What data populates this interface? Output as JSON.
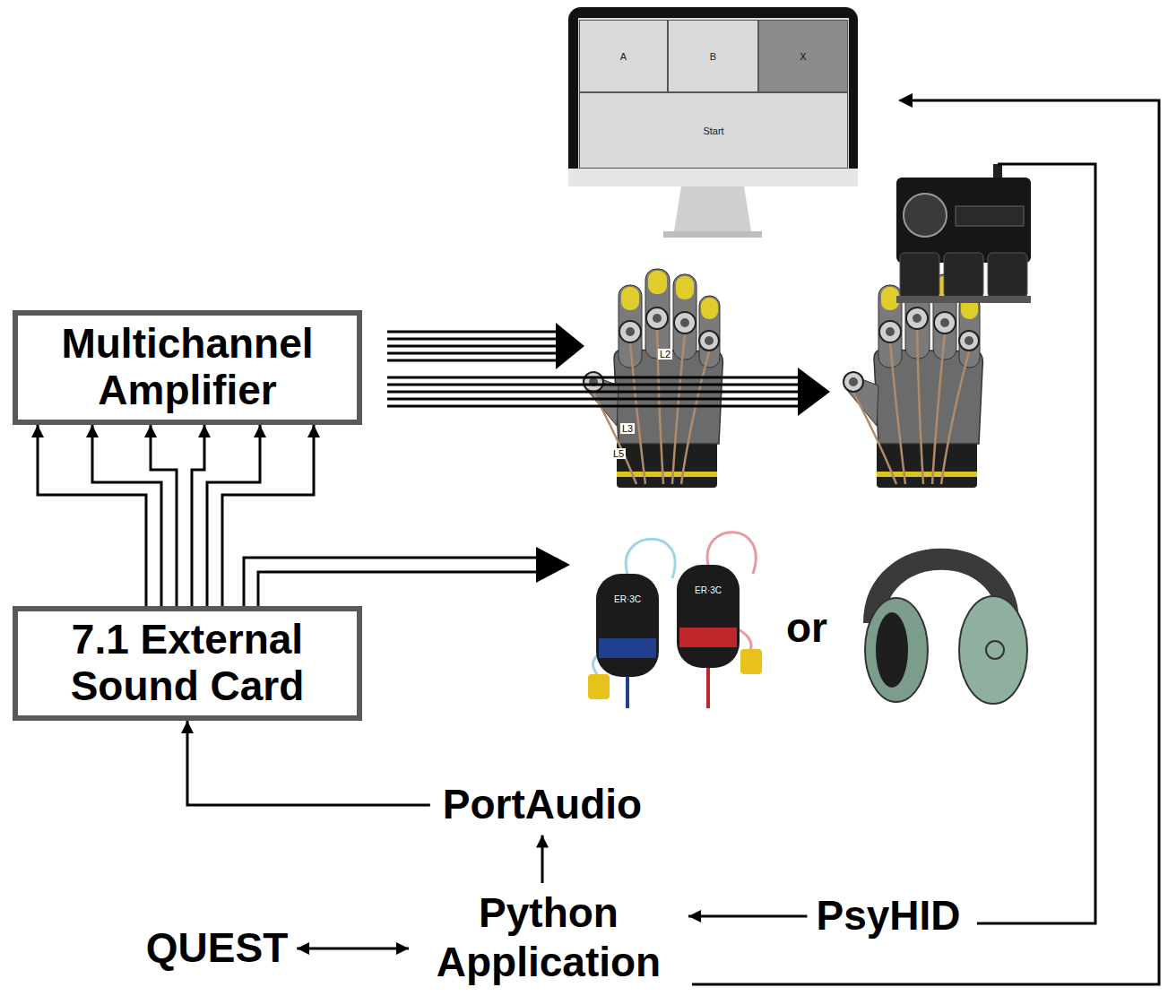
{
  "diagram": {
    "nodes": [
      {
        "text": [
          "A"
        ]
      },
      {
        "text": [
          "B"
        ]
      },
      {
        "text": [
          "X"
        ]
      },
      {
        "text": [
          "Start"
        ]
      },
      {
        "text": [
          "Multichannel Amplifier"
        ]
      },
      {
        "text": [
          "7.1 External Sound Card"
        ]
      },
      {
        "text": [
          "PortAudio"
        ]
      },
      {
        "text": [
          "QUEST"
        ]
      },
      {
        "text": [
          "Python Application"
        ]
      },
      {
        "text": [
          "PsyHID"
        ]
      }
    ],
    "edges": [
      {
        "from": 5,
        "to": 4,
        "arrow": "to"
      },
      {
        "from": 5,
        "to": 4,
        "arrow": "to"
      },
      {
        "from": 5,
        "to": 4,
        "arrow": "to"
      },
      {
        "from": 5,
        "to": 4,
        "arrow": "to"
      },
      {
        "from": 5,
        "to": 4,
        "arrow": "to"
      },
      {
        "from": 5,
        "to": 4,
        "arrow": "to"
      },
      {
        "from": 6,
        "to": 5,
        "arrow": "to"
      },
      {
        "from": 8,
        "to": 6,
        "arrow": "to"
      },
      {
        "from": 7,
        "to": 8,
        "arrow": "both"
      },
      {
        "from": 9,
        "to": 8,
        "arrow": "to"
      }
    ],
    "labels": [
      "L2",
      "L3",
      "L5",
      "ER·3C",
      "ER·3C",
      "or"
    ]
  }
}
